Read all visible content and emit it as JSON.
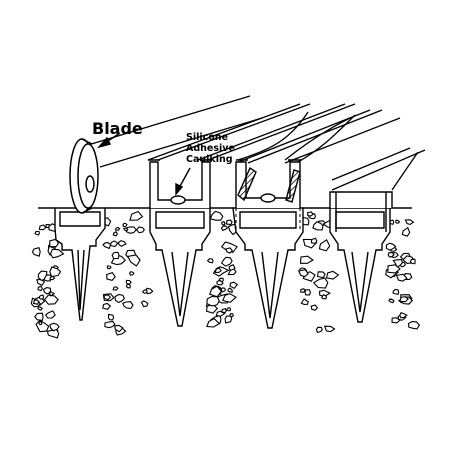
{
  "labels": {
    "blade": "Blade",
    "adhesive_line1": "Silicone",
    "adhesive_line2": "Adhesive",
    "adhesive_line3": "Caulking"
  },
  "colors": {
    "ink": "#000000",
    "background": "#ffffff"
  }
}
